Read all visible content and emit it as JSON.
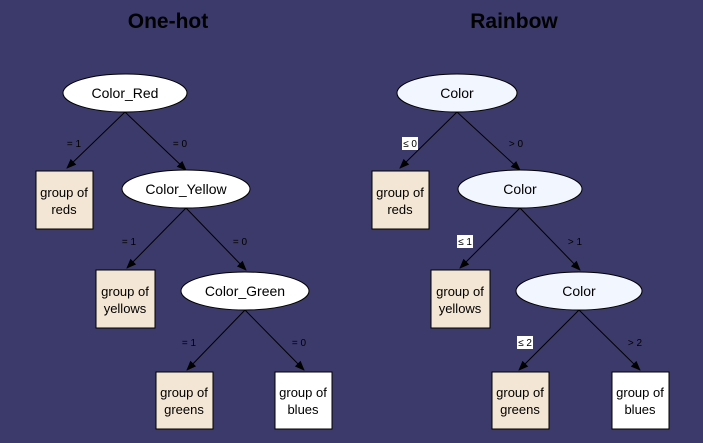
{
  "colors": {
    "background": "#3b3a6b",
    "ellipse_fill": "#ffffff",
    "rainbow_ellipse_fill": "#f2f6ff",
    "leaf_colored_fill": "#f4e6d4",
    "leaf_white_fill": "#ffffff",
    "edge_stroke": "#000000"
  },
  "onehot": {
    "title": "One-hot",
    "root": "Color_Red",
    "mid": "Color_Yellow",
    "low": "Color_Green",
    "leaf_reds": [
      "group of",
      "reds"
    ],
    "leaf_yellows": [
      "group of",
      "yellows"
    ],
    "leaf_greens": [
      "group of",
      "greens"
    ],
    "leaf_blues": [
      "group of",
      "blues"
    ],
    "edges": {
      "root_left": "= 1",
      "root_right": "= 0",
      "mid_left": "= 1",
      "mid_right": "= 0",
      "low_left": "= 1",
      "low_right": "= 0"
    }
  },
  "rainbow": {
    "title": "Rainbow",
    "root": "Color",
    "mid": "Color",
    "low": "Color",
    "leaf_reds": [
      "group of",
      "reds"
    ],
    "leaf_yellows": [
      "group of",
      "yellows"
    ],
    "leaf_greens": [
      "group of",
      "greens"
    ],
    "leaf_blues": [
      "group of",
      "blues"
    ],
    "edges": {
      "root_left": "≤ 0",
      "root_right": "> 0",
      "mid_left": "≤ 1",
      "mid_right": "> 1",
      "low_left": "≤ 2",
      "low_right": "> 2"
    }
  }
}
